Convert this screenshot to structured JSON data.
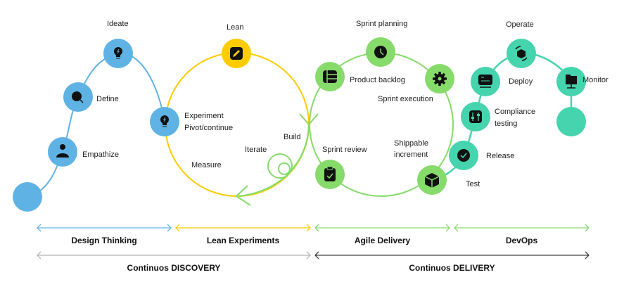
{
  "colors": {
    "design": "#5fb3e4",
    "lean": "#fecc00",
    "agile": "#86db6a",
    "devops": "#45d4ad",
    "discovery": "#b5b5b5",
    "delivery": "#404040",
    "icon": "#111111"
  },
  "design_thinking": {
    "nodes": {
      "empathize": {
        "label": "Empathize",
        "icon": "user-icon"
      },
      "define": {
        "label": "Define",
        "icon": "search-icon"
      },
      "ideate": {
        "label": "Ideate",
        "icon": "lightbulb-icon"
      },
      "experiment": {
        "label1": "Experiment",
        "label2": "Pivot/continue",
        "icon": "lightbulb-icon"
      }
    }
  },
  "lean": {
    "nodes": {
      "lean": {
        "label": "Lean",
        "icon": "pencil-icon"
      }
    },
    "labels": {
      "build": "Build",
      "iterate": "Iterate",
      "measure": "Measure"
    }
  },
  "agile": {
    "nodes": {
      "sprint_planning": {
        "label": "Sprint planning",
        "icon": "clock-icon"
      },
      "product_backlog": {
        "label": "Product backlog",
        "icon": "backlog-icon"
      },
      "sprint_execution": {
        "label": "Sprint execution",
        "icon": "gear-icon"
      },
      "sprint_review": {
        "label": "Sprint review",
        "icon": "clipboard-check-icon"
      },
      "shippable_increment": {
        "label1": "Shippable",
        "label2": "increment",
        "icon": "box-icon"
      }
    }
  },
  "devops": {
    "nodes": {
      "test": {
        "label": "Test"
      },
      "release": {
        "label": "Release",
        "icon": "check-circle-icon"
      },
      "compliance": {
        "label1": "Compliance",
        "label2": "testing",
        "icon": "sliders-icon"
      },
      "deploy": {
        "label": "Deploy",
        "icon": "monitor-icon"
      },
      "operate": {
        "label": "Operate",
        "icon": "box-refresh-icon"
      },
      "monitor": {
        "label": "Monitor",
        "icon": "network-folder-icon"
      }
    }
  },
  "phases": [
    {
      "label": "Design Thinking"
    },
    {
      "label": "Lean Experiments"
    },
    {
      "label": "Agile Delivery"
    },
    {
      "label": "DevOps"
    }
  ],
  "continuous": [
    {
      "label": "Continuos DISCOVERY"
    },
    {
      "label": "Continuos DELIVERY"
    }
  ]
}
